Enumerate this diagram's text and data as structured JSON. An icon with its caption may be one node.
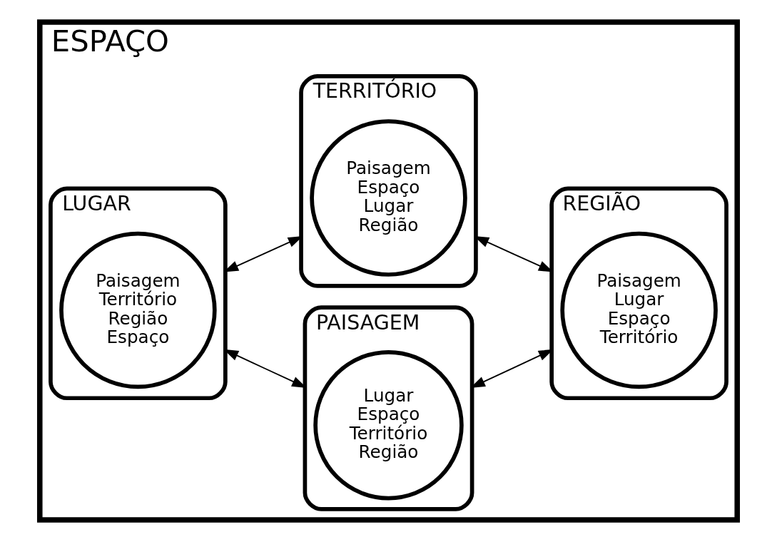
{
  "diagram": {
    "nodes": [
      {
        "text": [
          "ESPAÇO"
        ]
      },
      {
        "text": [
          "LUGAR"
        ],
        "in": 0
      },
      {
        "text": [
          "Paisagem Território Região Espaço"
        ],
        "in": 1
      },
      {
        "text": [
          "PAISAGEM"
        ],
        "in": 0
      },
      {
        "text": [
          "Lugar Espaço Território Região"
        ],
        "in": 3
      },
      {
        "text": [
          "TERRITÓRIO"
        ],
        "in": 0
      },
      {
        "text": [
          "Paisagem Espaço Lugar Região"
        ],
        "in": 5
      },
      {
        "text": [
          "REGIÃO"
        ],
        "in": 0
      },
      {
        "text": [
          "Paisagem Lugar Espaço Território"
        ],
        "in": 7
      }
    ],
    "edges": [
      {
        "from": 1,
        "to": 3,
        "arrow": "both"
      },
      {
        "from": 3,
        "to": 7,
        "arrow": "both"
      },
      {
        "from": 1,
        "to": 5,
        "arrow": "both"
      },
      {
        "from": 5,
        "to": 7,
        "arrow": "both"
      }
    ]
  }
}
